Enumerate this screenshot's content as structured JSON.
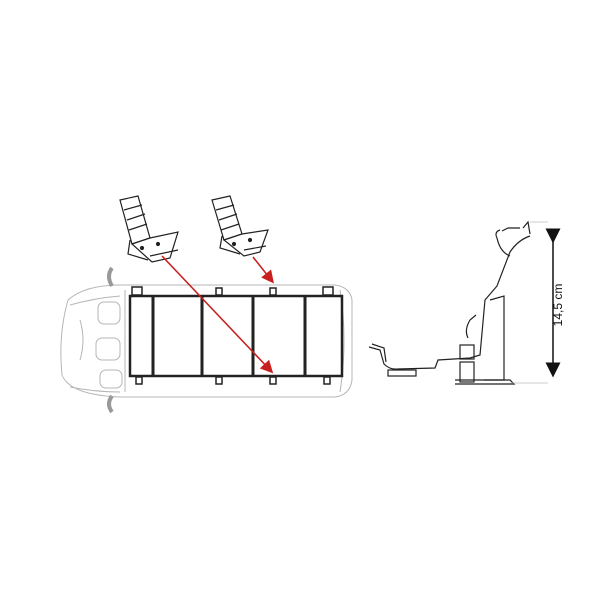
{
  "diagram": {
    "type": "technical-installation-diagram",
    "subject": "roof rack on van with mounting brackets",
    "dimension": {
      "label": "14,5 cm",
      "orientation": "vertical"
    },
    "elements": {
      "brackets": [
        {
          "id": "bracket-left",
          "target": "bottom rail third foot"
        },
        {
          "id": "bracket-right",
          "target": "top rail third foot"
        }
      ],
      "van_view": "top-down",
      "rack_crossbars": 5,
      "rack_feet_per_side": 4,
      "profile_view": "side cross-section of mounting foot"
    },
    "colors": {
      "arrow": "#c8201e",
      "line": "#222222",
      "van_outline": "#b5b5b5",
      "background": "#ffffff"
    }
  }
}
